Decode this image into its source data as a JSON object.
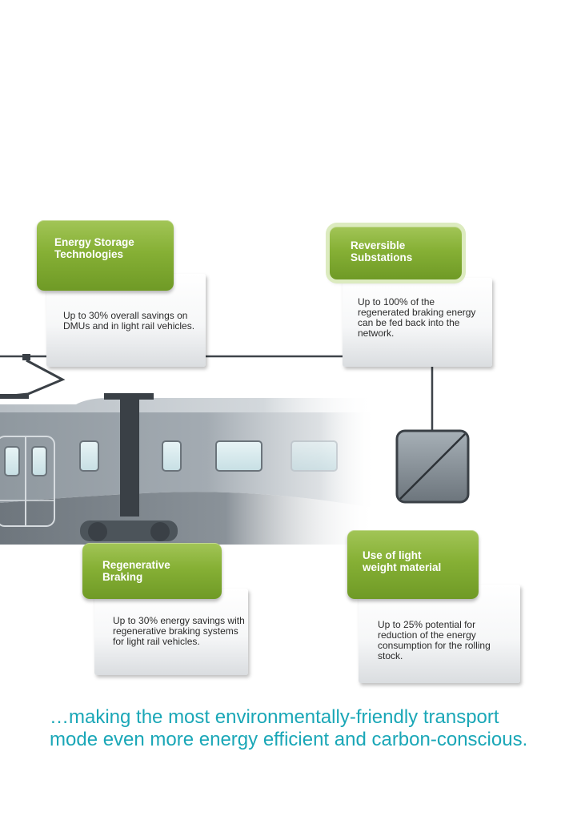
{
  "boxes": {
    "energy_storage": {
      "title": "Energy Storage\nTechnologies",
      "text": "Up to 30% overall savings on DMUs and in light rail vehicles."
    },
    "reversible_substations": {
      "title": "Reversible\nSubstations",
      "text": "Up to 100% of the regenerated braking energy can be fed back into the network."
    },
    "regenerative_braking": {
      "title": "Regenerative\nBraking",
      "text": "Up to 30% energy savings with regenerative braking systems for light rail vehicles."
    },
    "light_weight": {
      "title": "Use of light\nweight material",
      "text": "Up to 25% potential for reduction of the energy consumption for the rolling stock."
    }
  },
  "closing_text": "…making the most environmentally-friendly transport mode even more energy efficient and carbon-conscious.",
  "colors": {
    "green": "#86b035",
    "teal_text": "#1aa7b7",
    "train_grey": "#9aa3ab",
    "dark_line": "#3a4046"
  },
  "icons": [
    "pantograph-icon",
    "converter-icon"
  ]
}
